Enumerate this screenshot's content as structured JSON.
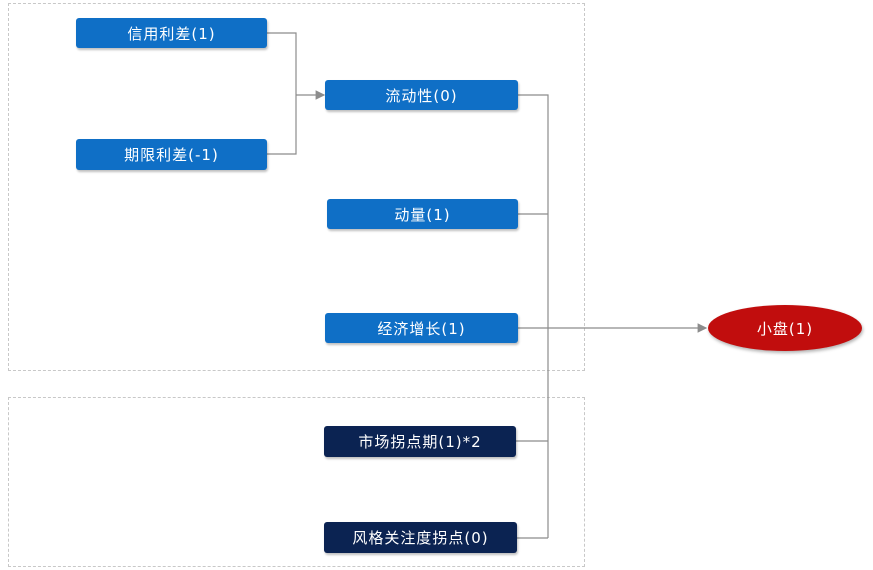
{
  "nodes": {
    "credit_spread": "信用利差(1)",
    "term_spread": "期限利差(-1)",
    "liquidity": "流动性(0)",
    "momentum": "动量(1)",
    "economic_growth": "经济增长(1)",
    "market_turning_period": "市场拐点期(1)*2",
    "style_attention_turning": "风格关注度拐点(0)",
    "small_cap": "小盘(1)"
  },
  "colors": {
    "blue_node": "#0f6fc6",
    "navy_node": "#0b2352",
    "result_node": "#c10d0d",
    "connector": "#8c8c8c"
  }
}
